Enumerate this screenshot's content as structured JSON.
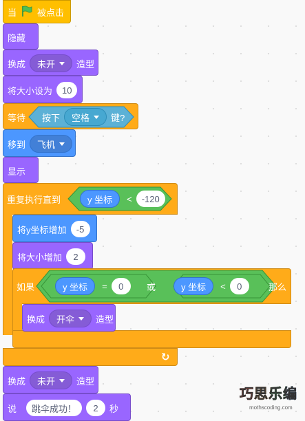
{
  "script": {
    "hat": {
      "label": "当",
      "suffix": "被点击"
    },
    "hide": {
      "label": "隐藏"
    },
    "switch_costume_1": {
      "label": "换成",
      "value": "未开",
      "suffix": "造型"
    },
    "set_size": {
      "label": "将大小设为",
      "value": "10"
    },
    "wait_until": {
      "label": "等待",
      "sensing_label": "按下",
      "key_value": "空格",
      "sensing_suffix": "键?"
    },
    "goto": {
      "label": "移到",
      "value": "飞机"
    },
    "show": {
      "label": "显示"
    },
    "repeat_until": {
      "label": "重复执行直到",
      "reporter": "y 坐标",
      "operator": "<",
      "value": "-120"
    },
    "change_y": {
      "label": "将y坐标增加",
      "value": "-5"
    },
    "change_size": {
      "label": "将大小增加",
      "value": "2"
    },
    "if_block": {
      "label": "如果",
      "left_reporter": "y 坐标",
      "left_operator": "=",
      "left_value": "0",
      "or_label": "或",
      "right_reporter": "y 坐标",
      "right_operator": "<",
      "right_value": "0",
      "then_label": "那么"
    },
    "switch_costume_2": {
      "label": "换成",
      "value": "开伞",
      "suffix": "造型"
    },
    "loop_arrow": "↻",
    "switch_costume_3": {
      "label": "换成",
      "value": "未开",
      "suffix": "造型"
    },
    "say_for": {
      "label": "说",
      "message": "跳伞成功！",
      "seconds": "2",
      "suffix": "秒"
    }
  },
  "watermark": {
    "logo_text": "巧思乐编",
    "site": "mothscoding.com"
  },
  "colors": {
    "events": "#ffbf00",
    "looks": "#9966ff",
    "control": "#ffab19",
    "sensing": "#5cb1d6",
    "motion": "#4c97ff",
    "operators": "#59c059"
  }
}
